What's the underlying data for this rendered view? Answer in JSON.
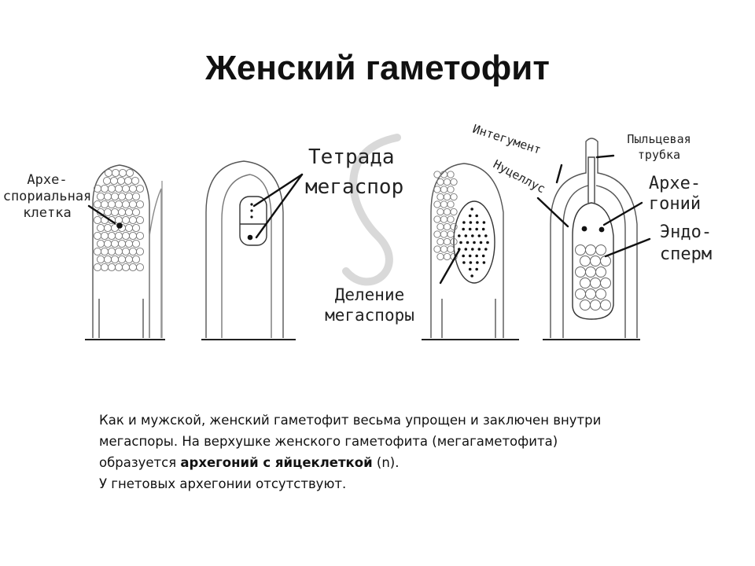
{
  "slide": {
    "title": "Женский гаметофит"
  },
  "diagram": {
    "labels": {
      "archespore_1": "Архе-",
      "archespore_2": "спориальная",
      "archespore_3": "клетка",
      "tetrad_1": "Тетрада",
      "tetrad_2": "мегаспор",
      "division_1": "Деление",
      "division_2": "мегаспоры",
      "integument": "Интегумент",
      "nucellus": "Нуцеллус",
      "pollen_tube_1": "Пыльцевая",
      "pollen_tube_2": "трубка",
      "archegonium_1": "Архе-",
      "archegonium_2": "гоний",
      "endosperm_1": "Эндо-",
      "endosperm_2": "сперм"
    }
  },
  "caption": {
    "line1": "Как и мужской, женский гаметофит весьма упрощен и заключен внутри",
    "line2": "мегаспоры. На верхушке женского гаметофита (мегагаметофита)",
    "line3_pre": "образуется ",
    "line3_bold": "архегоний с яйцеклеткой",
    "line3_post": " (n).",
    "line4": "У гнетовых архегонии отсутствуют."
  }
}
